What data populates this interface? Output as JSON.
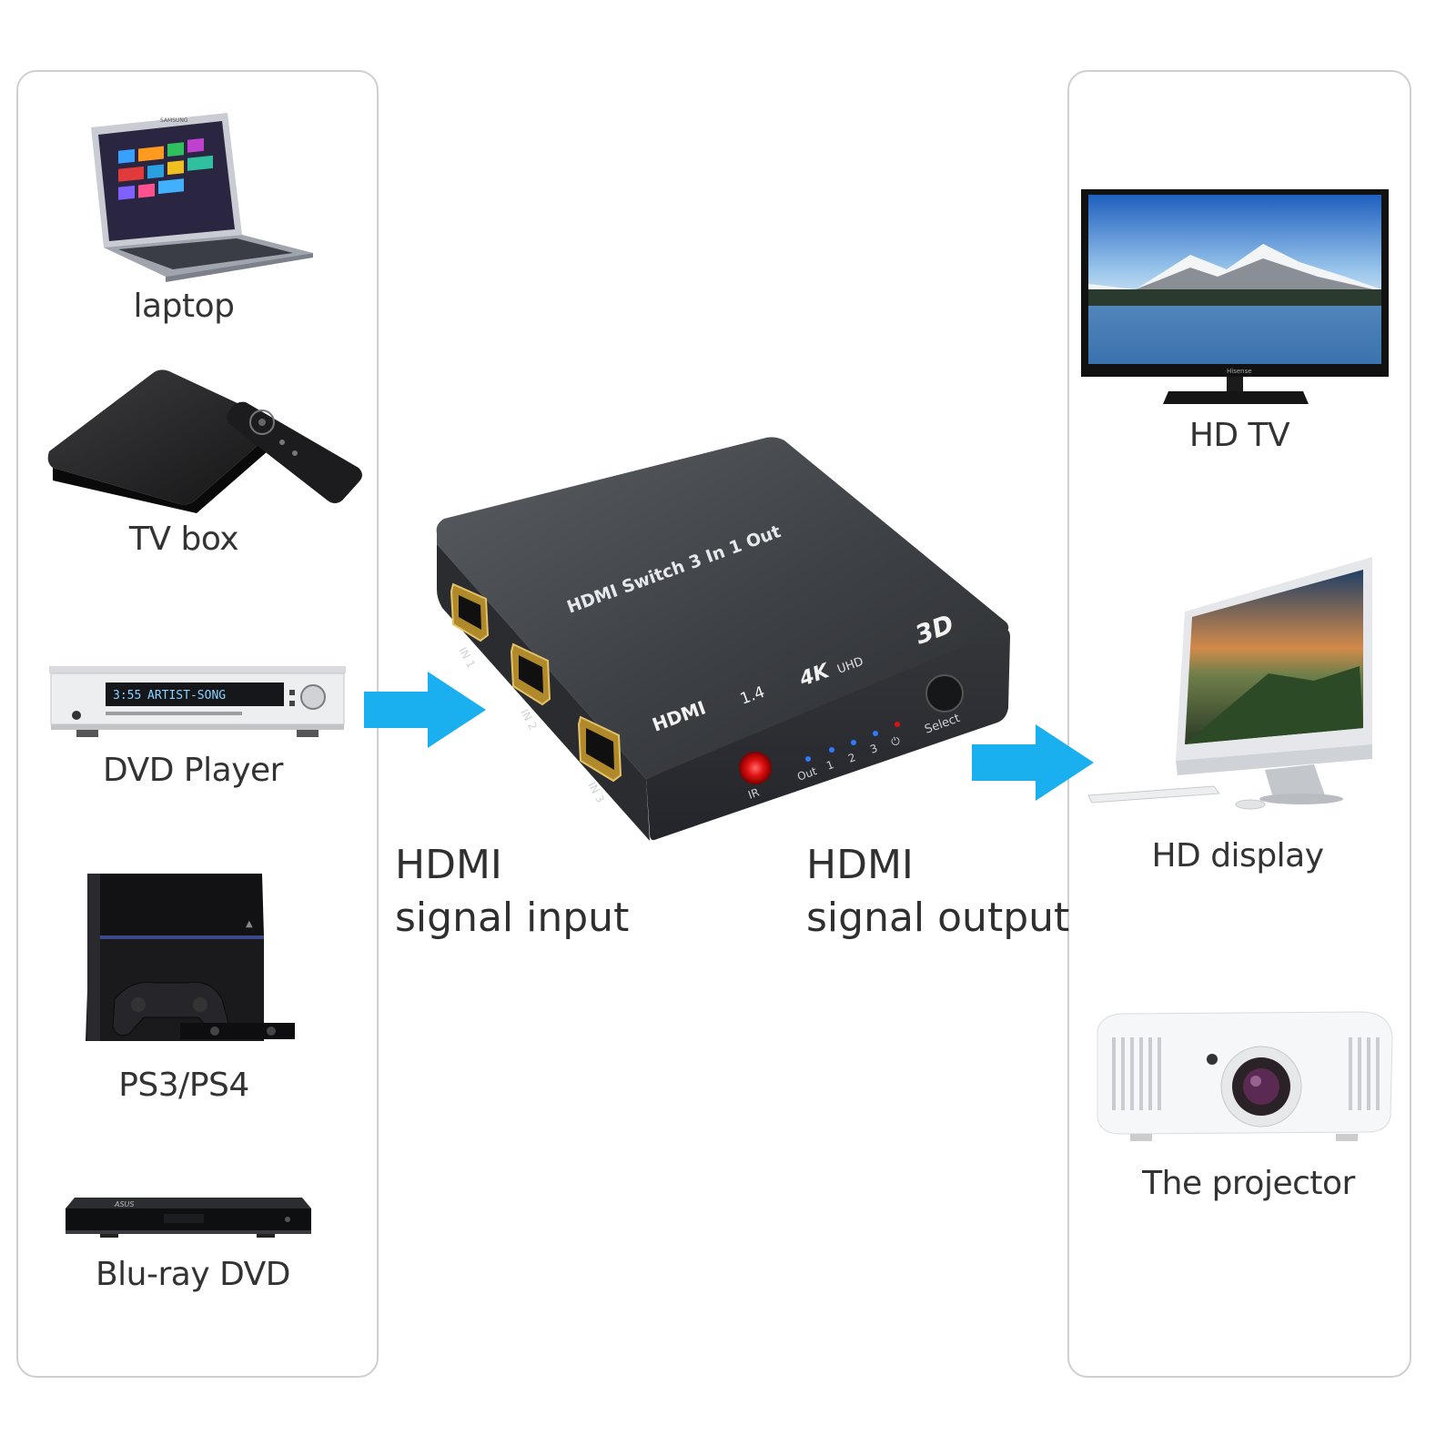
{
  "inputs": [
    {
      "label": "laptop",
      "icon": "laptop-icon"
    },
    {
      "label": "TV box",
      "icon": "tv-box-icon"
    },
    {
      "label": "DVD Player",
      "icon": "dvd-player-icon"
    },
    {
      "label": "PS3/PS4",
      "icon": "game-console-icon"
    },
    {
      "label": "Blu-ray DVD",
      "icon": "bluray-player-icon"
    }
  ],
  "outputs": [
    {
      "label": "HD TV",
      "icon": "tv-icon"
    },
    {
      "label": "HD display",
      "icon": "monitor-icon"
    },
    {
      "label": "The projector",
      "icon": "projector-icon"
    }
  ],
  "center": {
    "input_line1": "HDMI",
    "input_line2": "signal input",
    "output_line1": "HDMI",
    "output_line2": "signal output"
  },
  "switch_device": {
    "title": "HDMI Switch 3 In 1 Out",
    "badge_3d": "3D",
    "badge_4k": "4K",
    "badge_uhd": "UHD",
    "brand": "HDMI",
    "version": "1.4",
    "select_label": "Select",
    "ir_label": "IR",
    "out_label": "Out",
    "port_labels": [
      "IN 1",
      "IN 2",
      "IN 3"
    ],
    "led_labels": [
      "1",
      "2",
      "3"
    ],
    "power_symbol": "⏻"
  },
  "dvd_display": {
    "time": "3:55",
    "text": "ARTIST-SONG"
  },
  "brand_marks": {
    "laptop": "SAMSUNG",
    "bluray": "ASUS",
    "tv": "Hisense"
  },
  "colors": {
    "arrow": "#1ab0f0",
    "panel_border": "#cfcfcf",
    "device_body": "#3a3c3f",
    "led_blue": "#2f7bff",
    "led_red": "#e01010"
  }
}
